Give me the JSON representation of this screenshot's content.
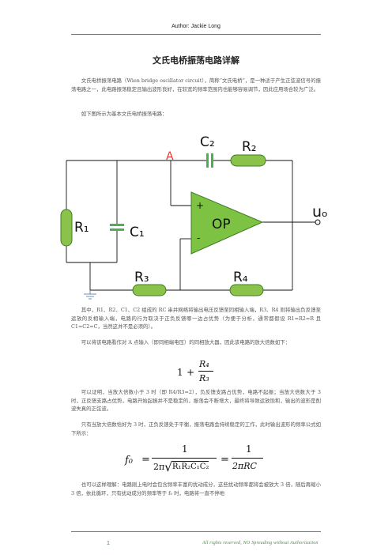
{
  "header": {
    "author": "Author: Jackie Long"
  },
  "title": "文氏电桥振荡电路详解",
  "intro": [
    "文氏电桥振荡电路（Wien bridge oscillator circuit），简称“文氏电桥”，是一种适于产生正弦波信号的振荡电路之一，此电路振荡稳定且输出波形良好，在较宽的频率范围内也能够容易调节，因此应用场合较为广泛。",
    "如下图所示为基本文氏电桥振荡电路："
  ],
  "circuit": {
    "labels": {
      "node_a": "A",
      "c2": "C₂",
      "r2": "R₂",
      "r1": "R₁",
      "c1": "C₁",
      "r3": "R₃",
      "r4": "R₄",
      "opamp": "OP",
      "plus": "+",
      "minus": "-",
      "output": "uₒ"
    },
    "colors": {
      "resistor": "#8bc34a",
      "resistor_stroke": "#3e7b27",
      "capacitor": "#4caf50",
      "opamp": "#7dc242",
      "label_a": "#e53935",
      "wire": "#111111"
    }
  },
  "body": [
    "其中，R1、R2、C1、C2 组成的 RC 串并网络将输出电压反馈至同相输入端，R3、R4 则将输出负反馈至运放的反相输入端，电路的行为取决于正负反馈哪一边占优势（为便于分析，通常都假设 R1=R2=R 且 C1=C2=C，当然这并不是必须的）。",
    "可以将该电路看作对 A 点输入（即同相端电压）的同相放大器，因此该电路的放大倍数如下："
  ],
  "gain_formula": {
    "one": "1",
    "plus": "+",
    "num": "R₄",
    "den": "R₃"
  },
  "body2": [
    "可以证明，当放大倍数小于 3 时（即 R4/R3=2），负反馈支路占优势，电路不起振；当放大倍数大于 3 时，正反馈支路占优势，电路开始起振并不是稳定的，振荡会不断增大，最终将导致运放饱和，输出的波形是削波失真的正弦波。",
    "只有当放大倍数恰好为 3 时，正负反馈处于平衡，振荡电路会持续稳定的工作，此时输出波形的频率公式如下所示："
  ],
  "freq_formula": {
    "lhs": "f₀",
    "eq": "=",
    "num1": "1",
    "den1_prefix": "2π",
    "den1_radicand": "R₁R₂C₁C₂",
    "num2": "1",
    "den2": "2πRC"
  },
  "body3": "也可以这样理解：电路刚上电时会包含频率丰富的扰动成分，这些扰动频率都将会被放大 3 倍，随后再缩小 3 倍，依此循环，只有扰动成分的频率等于 f₀ 时，电路将一直不停地",
  "footer": {
    "page": "1",
    "text": "All rights reserved, NO Spreading without Authorization"
  }
}
